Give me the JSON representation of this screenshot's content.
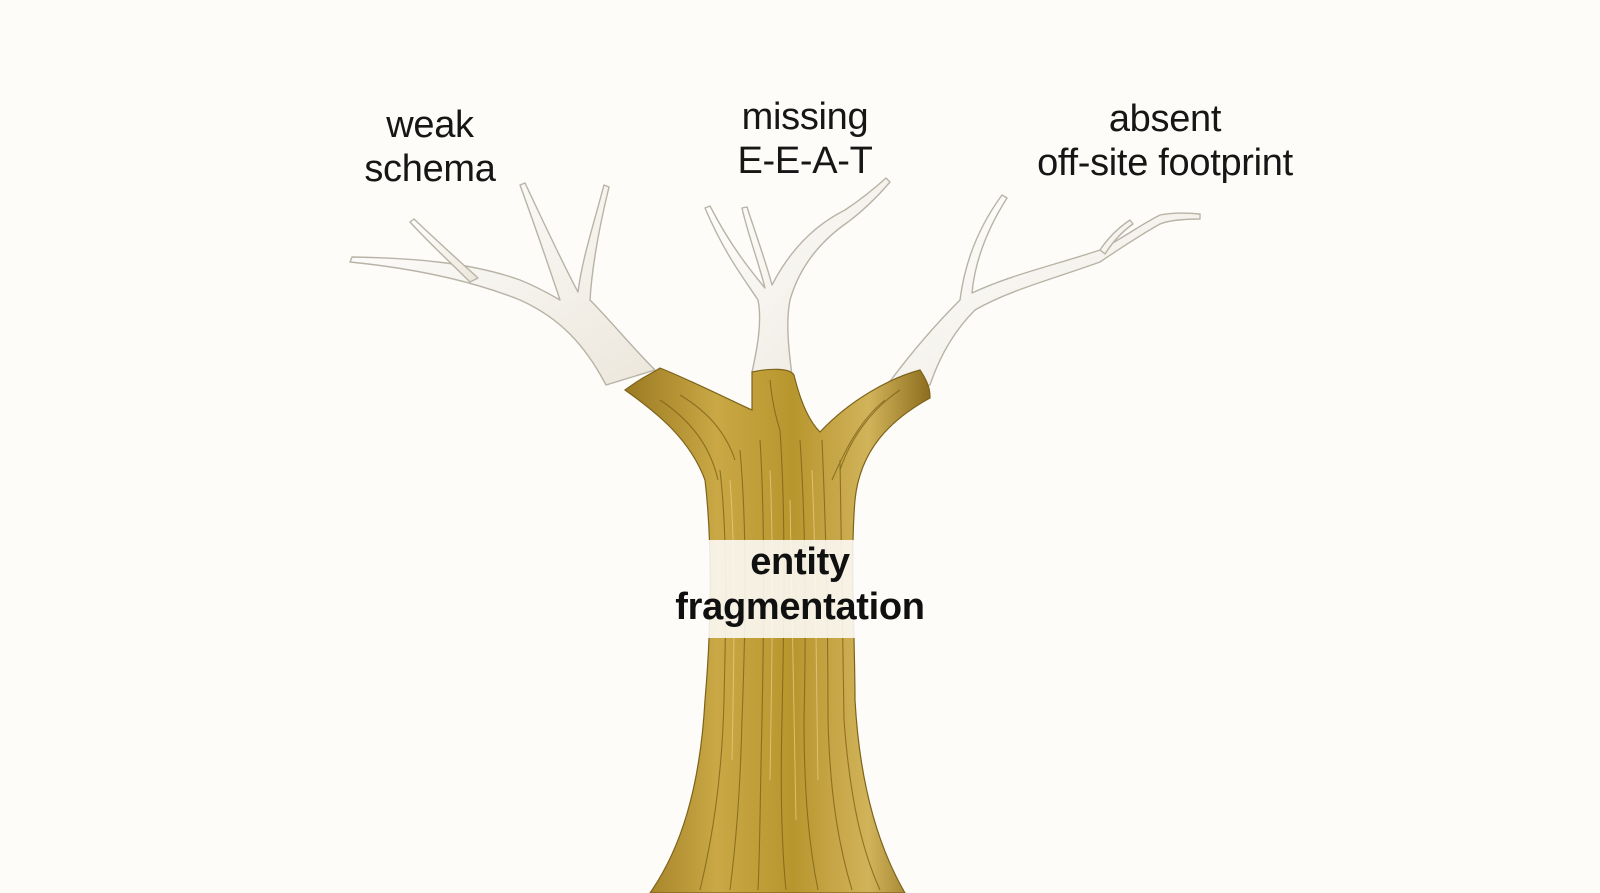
{
  "illustration": {
    "subject": "tree-icon",
    "colors": {
      "background": "#fdfcf9",
      "trunk_gold": "#b8962e",
      "trunk_dark": "#8a6d1f",
      "branch_white": "#f4f1ea",
      "branch_outline": "#b9b3a6",
      "text": "#161616"
    }
  },
  "labels": {
    "branch_left": {
      "line1": "weak",
      "line2": "schema"
    },
    "branch_middle": {
      "line1": "missing",
      "line2": "E-E-A-T"
    },
    "branch_right": {
      "line1": "absent",
      "line2": "off-site footprint"
    },
    "trunk": {
      "line1": "entity",
      "line2": "fragmentation"
    }
  }
}
